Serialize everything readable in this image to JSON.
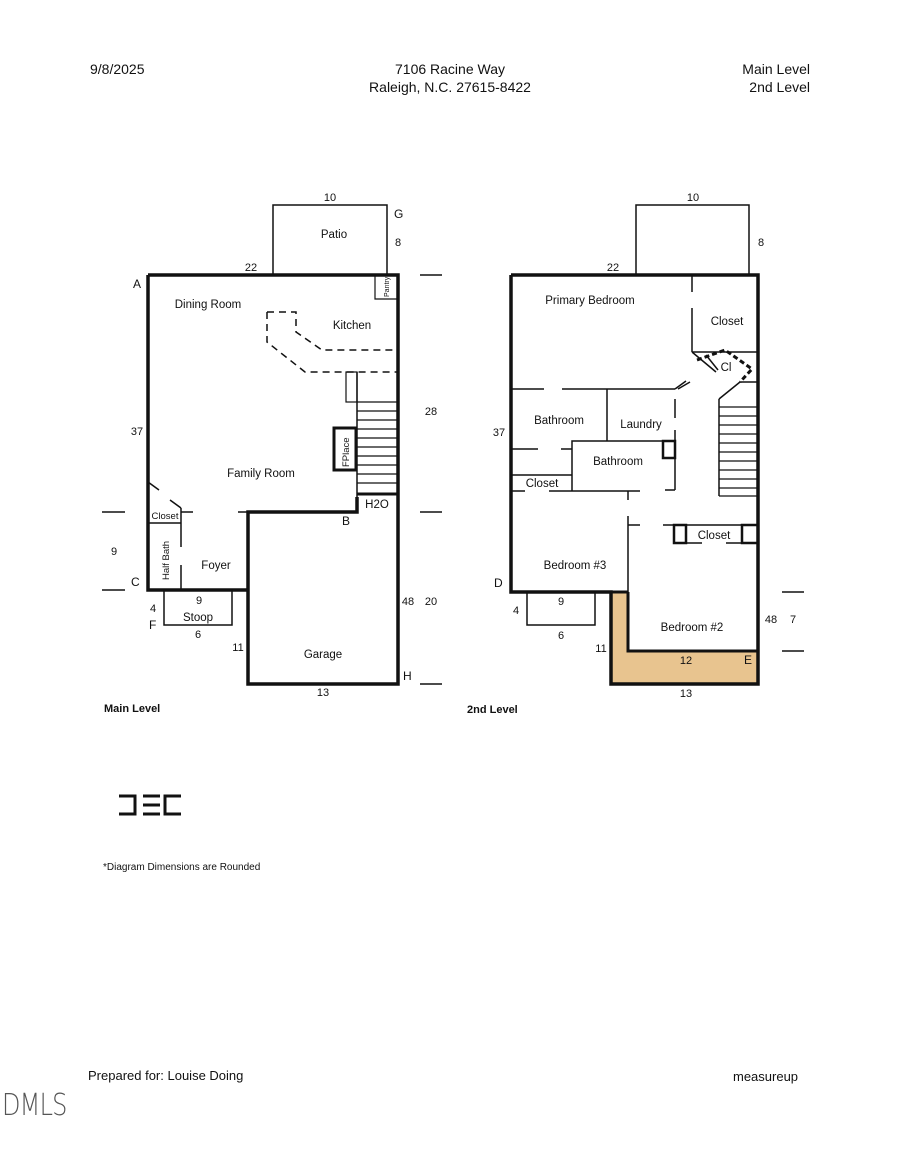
{
  "header": {
    "date": "9/8/2025",
    "address_line1": "7106 Racine Way",
    "address_line2": "Raleigh, N.C. 27615-8422",
    "levels_line1": "Main Level",
    "levels_line2": "2nd Level"
  },
  "main_level": {
    "caption": "Main Level",
    "rooms": {
      "patio": "Patio",
      "dining_room": "Dining Room",
      "kitchen": "Kitchen",
      "pantry": "Pantry",
      "family_room": "Family Room",
      "fireplace": "FPlace",
      "water_heater": "H2O",
      "closet": "Closet",
      "half_bath": "Half Bath",
      "foyer": "Foyer",
      "stoop": "Stoop",
      "garage": "Garage"
    },
    "points": {
      "A": "A",
      "B": "B",
      "C": "C",
      "F": "F",
      "G": "G",
      "H": "H"
    },
    "dimensions": {
      "patio_width": "10",
      "patio_depth": "8",
      "top_width": "22",
      "right_upper": "28",
      "left_height": "37",
      "left_lower": "9",
      "stoop_width": "9",
      "stoop_depth": "4",
      "stoop_bottom": "6",
      "garage_left": "11",
      "right_total": "48",
      "right_lower": "20",
      "garage_width": "13"
    }
  },
  "second_level": {
    "caption": "2nd Level",
    "rooms": {
      "primary_bedroom": "Primary Bedroom",
      "closet_primary": "Closet",
      "closet_small": "Cl",
      "bathroom_left": "Bathroom",
      "laundry": "Laundry",
      "bathroom_center": "Bathroom",
      "closet_left": "Closet",
      "closet_hall": "Closet",
      "bedroom_3": "Bedroom #3",
      "bedroom_2": "Bedroom #2"
    },
    "points": {
      "D": "D",
      "E": "E"
    },
    "dimensions": {
      "patio_width": "10",
      "patio_depth": "8",
      "top_width": "22",
      "left_height": "37",
      "stoop_width": "9",
      "stoop_depth": "4",
      "stoop_bottom": "6",
      "garage_left": "11",
      "right_total": "48",
      "right_lower": "7",
      "inner_bottom": "12",
      "bottom_width": "13"
    },
    "highlight_color": "#e8c48f"
  },
  "logo": {
    "icon": "dec-logo-icon"
  },
  "note": "*Diagram Dimensions are Rounded",
  "footer": {
    "prepared_for": "Prepared for: Louise Doing",
    "company": "measureup",
    "watermark": "DMLS"
  }
}
